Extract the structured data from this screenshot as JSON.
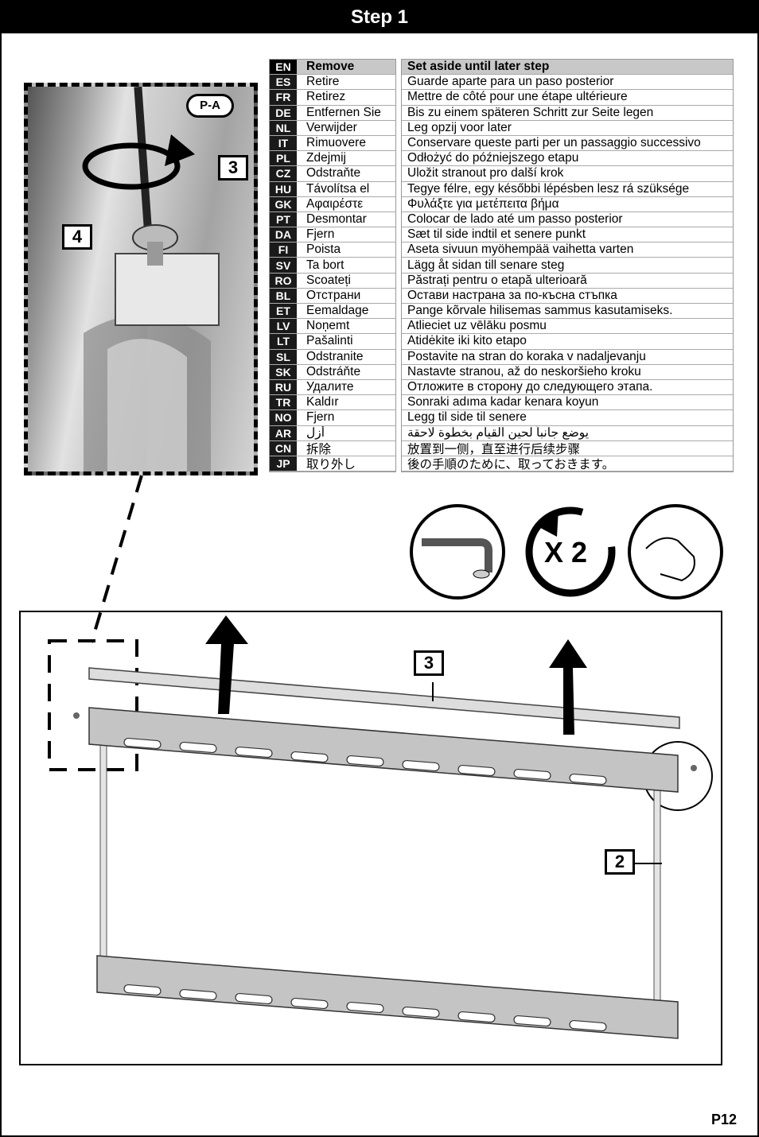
{
  "header": {
    "title": "Step 1"
  },
  "photo": {
    "callout_pa": "P-A",
    "callout_3": "3",
    "callout_4": "4"
  },
  "table": {
    "rows": [
      {
        "code": "EN",
        "action": "Remove",
        "note": "Set aside until later step"
      },
      {
        "code": "ES",
        "action": "Retire",
        "note": "Guarde aparte para un paso posterior"
      },
      {
        "code": "FR",
        "action": "Retirez",
        "note": "Mettre de côté pour une étape ultérieure"
      },
      {
        "code": "DE",
        "action": "Entfernen Sie",
        "note": "Bis zu einem späteren Schritt zur Seite legen"
      },
      {
        "code": "NL",
        "action": "Verwijder",
        "note": "Leg opzij voor later"
      },
      {
        "code": "IT",
        "action": "Rimuovere",
        "note": "Conservare queste parti per un passaggio successivo"
      },
      {
        "code": "PL",
        "action": "Zdejmij",
        "note": "Odłożyć do późniejszego etapu"
      },
      {
        "code": "CZ",
        "action": "Odstraňte",
        "note": "Uložit stranout pro další krok"
      },
      {
        "code": "HU",
        "action": "Távolítsa el",
        "note": "Tegye félre, egy későbbi lépésben lesz rá szüksége"
      },
      {
        "code": "GK",
        "action": "Αφαιρέστε",
        "note": "Φυλάξτε για μετέπειτα βήμα"
      },
      {
        "code": "PT",
        "action": "Desmontar",
        "note": "Colocar de lado até um passo posterior"
      },
      {
        "code": "DA",
        "action": "Fjern",
        "note": "Sæt til side indtil et senere punkt"
      },
      {
        "code": "FI",
        "action": "Poista",
        "note": "Aseta sivuun myöhempää vaihetta varten"
      },
      {
        "code": "SV",
        "action": "Ta bort",
        "note": "Lägg åt sidan till senare steg"
      },
      {
        "code": "RO",
        "action": "Scoateți",
        "note": "Păstrați pentru o etapă ulterioară"
      },
      {
        "code": "BL",
        "action": "Отстрани",
        "note": "Остави настрана за по-късна стъпка"
      },
      {
        "code": "ET",
        "action": "Eemaldage",
        "note": "Pange kõrvale hilisemas sammus kasutamiseks."
      },
      {
        "code": "LV",
        "action": "Noņemt",
        "note": "Atlieciet uz vēlāku posmu"
      },
      {
        "code": "LT",
        "action": "Pašalinti",
        "note": "Atidėkite iki kito etapo"
      },
      {
        "code": "SL",
        "action": "Odstranite",
        "note": "Postavite na stran do koraka v nadaljevanju"
      },
      {
        "code": "SK",
        "action": "Odstráňte",
        "note": "Nastavte stranou, až do neskoršieho kroku"
      },
      {
        "code": "RU",
        "action": "Удалите",
        "note": "Отложите в сторону до следующего этапа."
      },
      {
        "code": "TR",
        "action": "Kaldır",
        "note": "Sonraki adıma kadar kenara koyun"
      },
      {
        "code": "NO",
        "action": "Fjern",
        "note": "Legg til side til senere"
      },
      {
        "code": "AR",
        "action": "أزل",
        "note": "يوضع جانباً لحين القيام بخطوة لاحقة"
      },
      {
        "code": "CN",
        "action": "拆除",
        "note": "放置到一侧，直至进行后续步骤"
      },
      {
        "code": "JP",
        "action": "取り外し",
        "note": "後の手順のために、取っておきます。"
      }
    ]
  },
  "icons": {
    "repeat_label": "X 2",
    "tool_icon": "hex-key-icon",
    "rotate_icon": "rotate-arrow-icon",
    "hand_icon": "hand-icon"
  },
  "diagram": {
    "callout_3": "3",
    "callout_2": "2"
  },
  "footer": {
    "page_number": "P12"
  }
}
